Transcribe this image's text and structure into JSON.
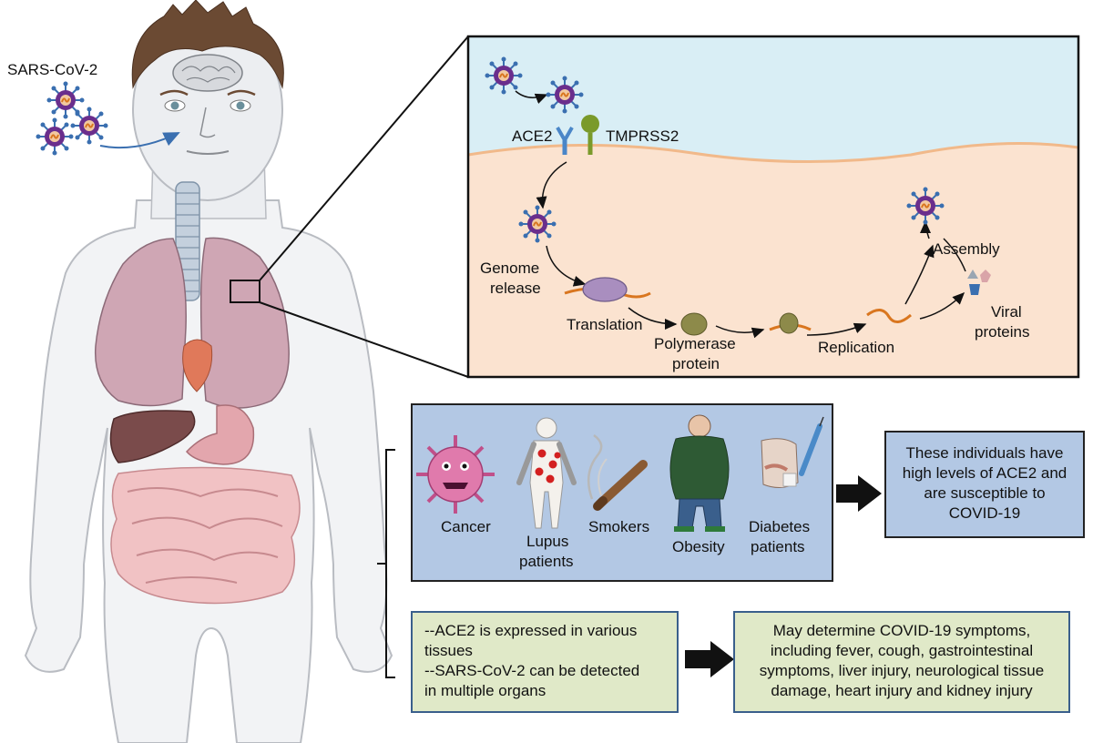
{
  "virus_label": "SARS-CoV-2",
  "inset": {
    "receptor_ace2": "ACE2",
    "protease_tmprss2": "TMPRSS2",
    "step_genome_release_1": "Genome",
    "step_genome_release_2": "release",
    "step_translation": "Translation",
    "step_polymerase_1": "Polymerase",
    "step_polymerase_2": "protein",
    "step_replication": "Replication",
    "step_viral_proteins_1": "Viral",
    "step_viral_proteins_2": "proteins",
    "step_assembly": "Assembly"
  },
  "risk_groups": {
    "cancer": "Cancer",
    "lupus_1": "Lupus",
    "lupus_2": "patients",
    "smokers": "Smokers",
    "obesity": "Obesity",
    "diabetes_1": "Diabetes",
    "diabetes_2": "patients"
  },
  "susceptibility_box": {
    "line1": "These individuals have",
    "line2": "high levels of ACE2 and",
    "line3": "are susceptible to",
    "line4": "COVID-19"
  },
  "expression_box": {
    "line1": "--ACE2 is expressed in various",
    "line2": "tissues",
    "line3": "--SARS-CoV-2 can be detected",
    "line4": "in multiple organs"
  },
  "symptoms_box": {
    "line1": "May determine COVID-19 symptoms,",
    "line2": "including fever, cough, gastrointestinal",
    "line3": "symptoms, liver injury, neurological tissue",
    "line4": "damage, heart injury and kidney injury"
  },
  "colors": {
    "inset_upper": "#d9eef5",
    "inset_lower": "#fbe3d0",
    "membrane": "#f1b98a",
    "risk_box": "#b3c8e4",
    "result_box": "#b3c8e4",
    "green_box": "#e0e9c8",
    "virus_capsid": "#6a2e8c",
    "receptor": "#4a86c8",
    "tmprss2": "#7a9a2a",
    "rna": "#d9761f"
  }
}
